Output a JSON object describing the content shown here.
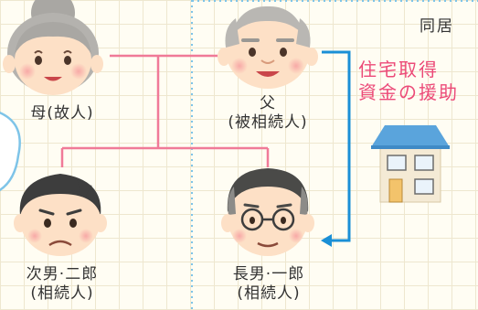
{
  "cohabitation_label": "同居",
  "mother": {
    "name": "母(故人)"
  },
  "father": {
    "name": "父",
    "role": "(被相続人)"
  },
  "second_son": {
    "name": "次男·二郎",
    "role": "(相続人)"
  },
  "eldest_son": {
    "name": "長男·一郎",
    "role": "(相続人)"
  },
  "support": {
    "line1": "住宅取得",
    "line2": "資金の援助"
  },
  "colors": {
    "family_line": "#f07a98",
    "arrow": "#1a8fd6",
    "dotted_border": "#7ec4e8",
    "accent_text": "#ec4a78"
  }
}
